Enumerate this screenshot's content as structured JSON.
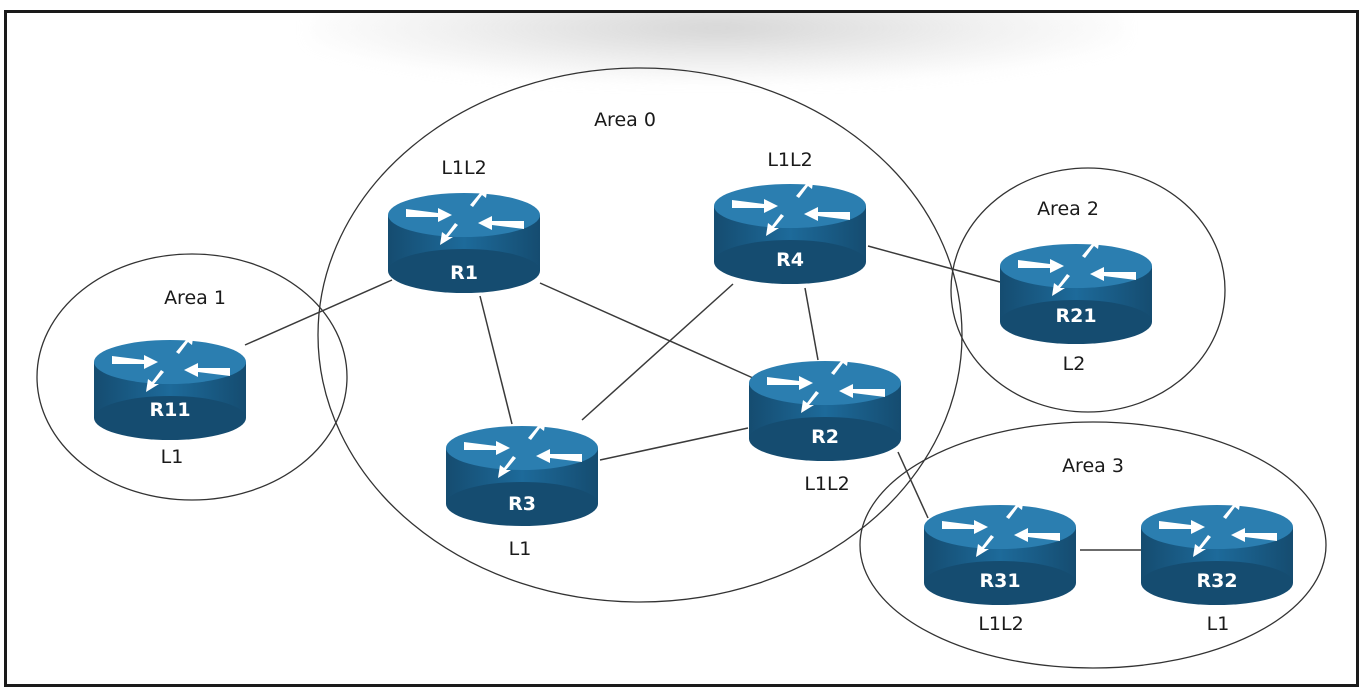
{
  "areas": [
    {
      "id": "area0",
      "label": "Area 0"
    },
    {
      "id": "area1",
      "label": "Area 1"
    },
    {
      "id": "area2",
      "label": "Area 2"
    },
    {
      "id": "area3",
      "label": "Area 3"
    }
  ],
  "routers": [
    {
      "id": "R1",
      "label": "R1",
      "level": "L1L2"
    },
    {
      "id": "R4",
      "label": "R4",
      "level": "L1L2"
    },
    {
      "id": "R11",
      "label": "R11",
      "level": "L1"
    },
    {
      "id": "R21",
      "label": "R21",
      "level": "L2"
    },
    {
      "id": "R2",
      "label": "R2",
      "level": "L1L2"
    },
    {
      "id": "R3",
      "label": "R3",
      "level": "L1"
    },
    {
      "id": "R31",
      "label": "R31",
      "level": "L1L2"
    },
    {
      "id": "R32",
      "label": "R32",
      "level": "L1"
    }
  ],
  "links": [
    {
      "from": "R11",
      "to": "R1"
    },
    {
      "from": "R1",
      "to": "R3"
    },
    {
      "from": "R1",
      "to": "R2"
    },
    {
      "from": "R4",
      "to": "R3"
    },
    {
      "from": "R4",
      "to": "R2"
    },
    {
      "from": "R4",
      "to": "R21"
    },
    {
      "from": "R3",
      "to": "R2"
    },
    {
      "from": "R2",
      "to": "R31"
    },
    {
      "from": "R31",
      "to": "R32"
    }
  ],
  "colors": {
    "router_body": "#1a5b86",
    "router_top": "#2b7eb0",
    "router_arrow": "#ffffff",
    "router_text": "#ffffff",
    "line": "#3a3a3a",
    "border": "#1a1a1a"
  },
  "icons": {
    "router": "router-icon"
  }
}
